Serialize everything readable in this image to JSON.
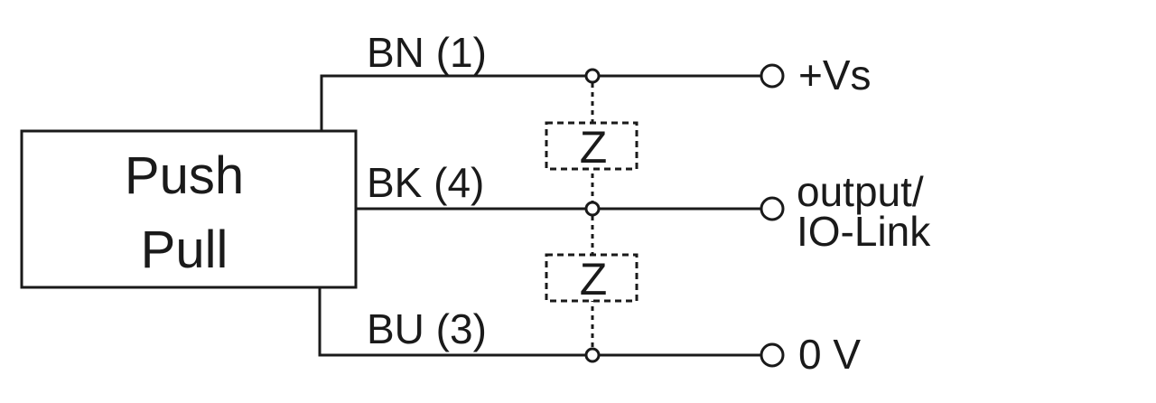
{
  "block": {
    "line1": "Push",
    "line2": "Pull"
  },
  "wires": [
    {
      "label": "BN (1)",
      "terminal": "+Vs"
    },
    {
      "label": "BK (4)",
      "terminal_line1": "output/",
      "terminal_line2": "IO-Link"
    },
    {
      "label": "BU (3)",
      "terminal": "0 V"
    }
  ],
  "loads": [
    {
      "label": "Z"
    },
    {
      "label": "Z"
    }
  ],
  "colors": {
    "ink": "#1a1a1a",
    "background": "#ffffff"
  }
}
